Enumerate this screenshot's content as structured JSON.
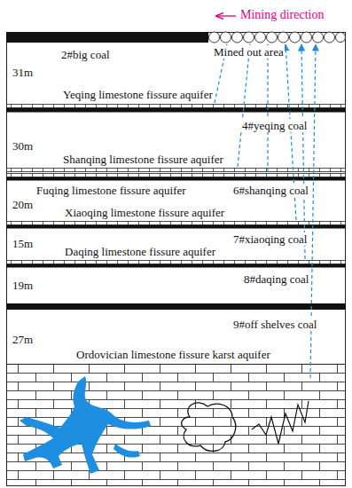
{
  "diagram": {
    "labels": [
      "Mining direction",
      "2#big coal",
      "Mined out area",
      "31m",
      "Yeqing limestone fissure aquifer",
      "4#yeqing coal",
      "30m",
      "Shanqing limestone fissure aquifer",
      "Fuqing limestone fissure aquifer",
      "6#shanqing coal",
      "20m",
      "Xiaoqing limestone fissure aquifer",
      "7#xiaoqing coal",
      "15m",
      "Daqing limestone fissure aquifer",
      "8#daqing coal",
      "19m",
      "9#off shelves coal",
      "27m",
      "Ordovician limestone fissure karst aquifer"
    ]
  }
}
